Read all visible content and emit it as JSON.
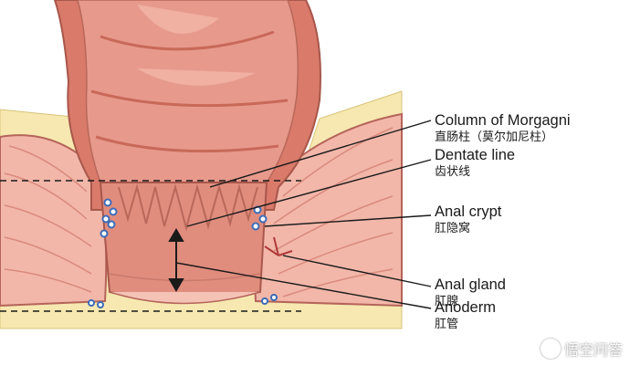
{
  "labels": [
    {
      "en": "Column of Morgagni",
      "zh": "直肠柱（莫尔加尼柱）"
    },
    {
      "en": "Dentate line",
      "zh": "齿状线"
    },
    {
      "en": "Anal crypt",
      "zh": "肛隐窝"
    },
    {
      "en": "Anal gland",
      "zh": "肛腺"
    },
    {
      "en": "Anoderm",
      "zh": "肛管"
    }
  ],
  "watermark": "悟空问答",
  "colors": {
    "mucosa": "#e79a8c",
    "mucosa_dark": "#c8695a",
    "outline": "#a8574b",
    "fat": "#f6e8b0",
    "muscle": "#f2b7a9",
    "gland_dot": "#3d6cb8"
  }
}
